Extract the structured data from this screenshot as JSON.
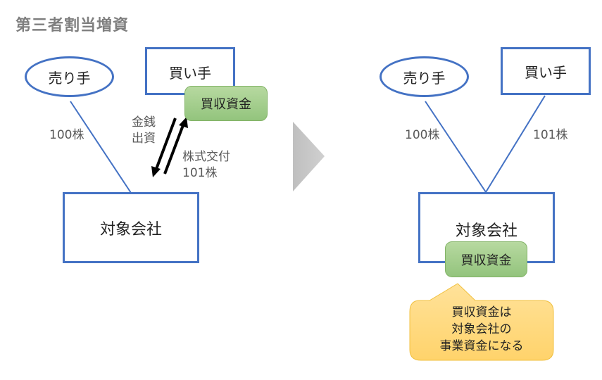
{
  "title": "第三者割当増資",
  "left": {
    "seller": "売り手",
    "buyer": "買い手",
    "funds": "買収資金",
    "company": "対象会社",
    "seller_shares": "100株",
    "money_label_line1": "金銭",
    "money_label_line2": "出資",
    "stock_label_line1": "株式交付",
    "stock_label_line2": "101株"
  },
  "right": {
    "seller": "売り手",
    "buyer": "買い手",
    "company": "対象会社",
    "funds": "買収資金",
    "seller_shares": "100株",
    "buyer_shares": "101株",
    "callout_line1": "買収資金は",
    "callout_line2": "対象会社の",
    "callout_line3": "事業資金になる"
  },
  "colors": {
    "node_border": "#4472c4",
    "funds_fill": "#a9d18e",
    "callout_fill": "#ffd97f",
    "arrow": "#000000",
    "transition_arrow": "#c8c8c8"
  }
}
